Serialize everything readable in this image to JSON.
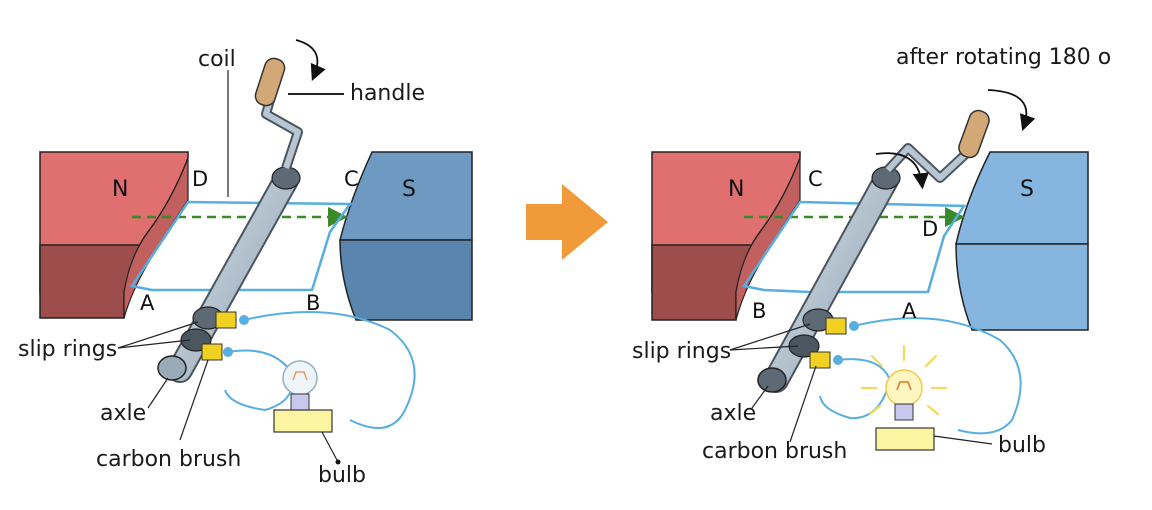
{
  "colors": {
    "north_top": "#e07070",
    "north_front": "#9e4d4d",
    "south_top_left": "#6e9ac2",
    "south_front_left": "#5a86ae",
    "south_right": "#86b5e0",
    "coil": "#58aee0",
    "field_arrow": "#3a8a2a",
    "transition_arrow": "#f09a3a",
    "axle": "#a9b9c6",
    "ring": "#5d6a75",
    "brush": "#f0d020",
    "handle_wood": "#d2a877",
    "bulb_base": "#fbf4a0",
    "glow": "#f4d95a"
  },
  "left_panel": {
    "coil": "coil",
    "handle": "handle",
    "north": "N",
    "south": "S",
    "corner_a": "A",
    "corner_b": "B",
    "corner_c": "C",
    "corner_d": "D",
    "slip_rings": "slip rings",
    "axle": "axle",
    "carbon_brush": "carbon brush",
    "bulb": "bulb"
  },
  "right_panel": {
    "caption": "after rotating 180 o",
    "north": "N",
    "south": "S",
    "corner_a": "A",
    "corner_b": "B",
    "corner_c": "C",
    "corner_d": "D",
    "slip_rings": "slip rings",
    "axle": "axle",
    "carbon_brush": "carbon brush",
    "bulb": "bulb"
  }
}
